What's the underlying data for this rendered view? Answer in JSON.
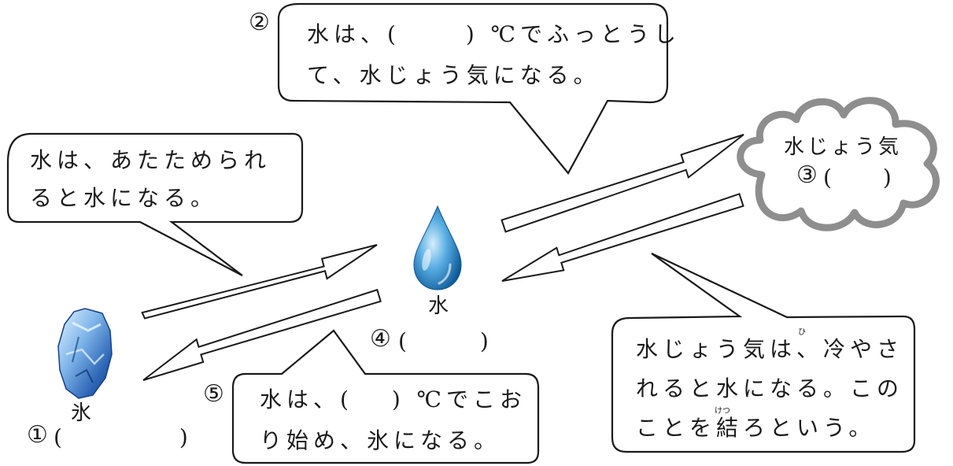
{
  "bubbles": {
    "melt": {
      "line1": "水は、あたためられ",
      "line2": "ると水になる。"
    },
    "boil": {
      "num": "②",
      "line1": "水は、(　　 ) ℃でふっとうし",
      "line2": "て、水じょう気になる。"
    },
    "freeze": {
      "num": "⑤",
      "line1": "水は、(　 ) ℃でこお",
      "line2": "り始め、氷になる。"
    },
    "condense": {
      "line1": "水じょう気は、冷やさ",
      "line2": "れると水になる。この",
      "line3": "ことを結ろという。",
      "ruby_hi": "ひ",
      "ruby_ketsu": "けつ"
    }
  },
  "states": {
    "ice": {
      "label": "氷",
      "num": "①",
      "blank": "(　　　　　 )"
    },
    "water": {
      "label": "水",
      "num": "④",
      "blank": "(　　　 )"
    },
    "vapor": {
      "label": "水じょう気",
      "num": "③",
      "blank": "(　　 )"
    }
  },
  "colors": {
    "ink": "#1a1a1a",
    "cloud_stroke": "#8e8e8e",
    "drop_light": "#9fd3f2",
    "drop_dark": "#1669a8",
    "ice_light": "#cfe8fb",
    "ice_dark": "#1c4f9a"
  },
  "icons": [
    "ice-chunk-icon",
    "water-drop-icon",
    "cloud-icon"
  ]
}
